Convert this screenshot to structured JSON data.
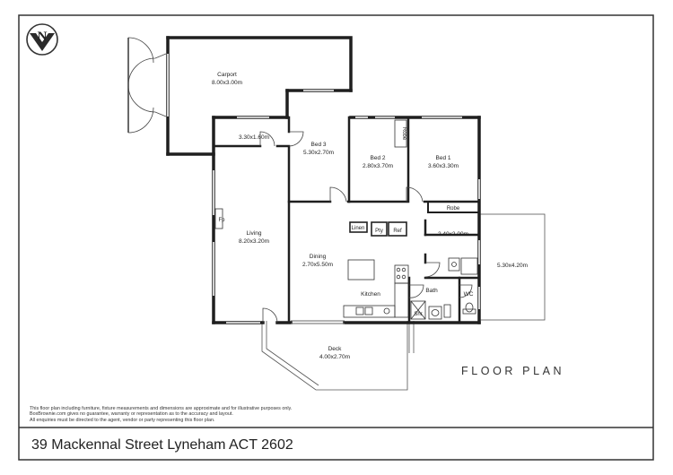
{
  "compass": {
    "letter": "N"
  },
  "rooms": {
    "carport": {
      "name": "Carport",
      "dims": "8.00x3.00m"
    },
    "entry": {
      "dims": "3.30x1.60m"
    },
    "bed3": {
      "name": "Bed 3",
      "dims": "5.30x2.70m"
    },
    "bed2": {
      "name": "Bed 2",
      "dims": "2.80x3.70m"
    },
    "bed1": {
      "name": "Bed 1",
      "dims": "3.60x3.30m"
    },
    "living": {
      "name": "Living",
      "dims": "8.20x3.20m"
    },
    "dining": {
      "name": "Dining",
      "dims": "2.70x5.50m"
    },
    "kitchen": {
      "name": "Kitchen"
    },
    "laundry": {
      "dims": "2.40x2.00m"
    },
    "bath": {
      "name": "Bath"
    },
    "wc": {
      "name": "WC"
    },
    "deck": {
      "name": "Deck",
      "dims": "4.00x2.70m"
    },
    "outdoor": {
      "dims": "5.30x4.20m"
    }
  },
  "fixtures": {
    "robe_bed2": "Robe",
    "robe_bed1": "Robe",
    "linen": "Linen",
    "pantry": "Pty",
    "fridge": "Ref",
    "fireplace": "Fp",
    "shower": "Shr"
  },
  "title": "FLOOR PLAN",
  "disclaimer": [
    "This floor plan including furniture, fixture measurements and dimensions are approximate and for illustrative purposes only.",
    "BoxBrownie.com gives no guarantee, warranty or representation as to the accuracy and layout.",
    "All enquiries must be directed to the agent, vendor or party representing this floor plan."
  ],
  "address": "39 Mackennal Street Lyneham ACT 2602"
}
